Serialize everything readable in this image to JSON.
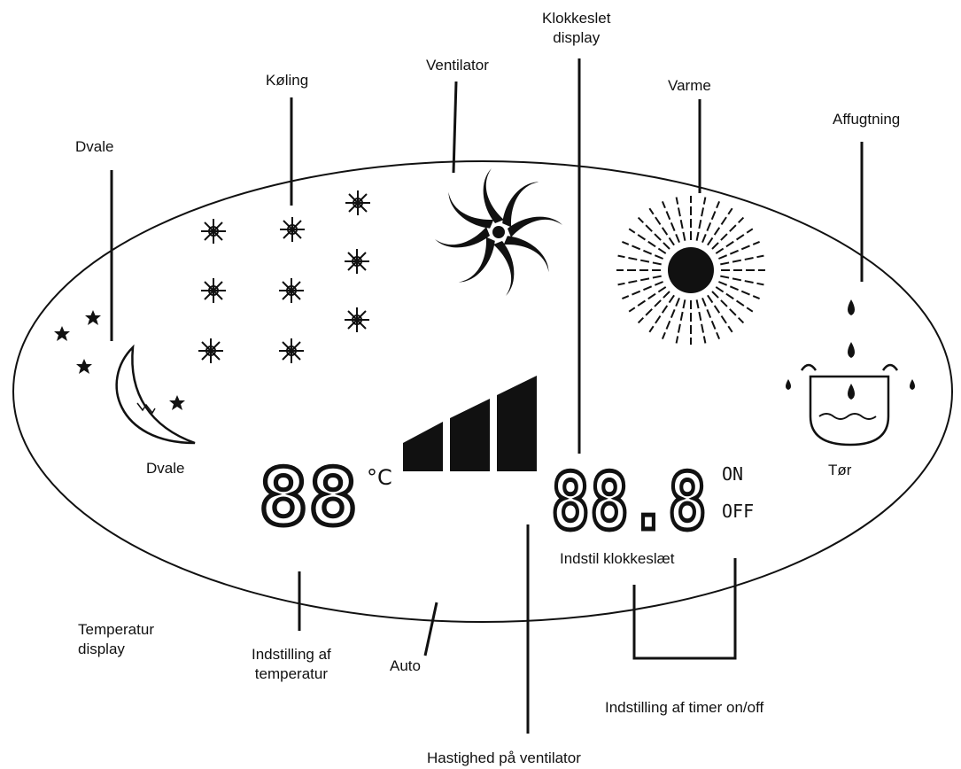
{
  "labels": {
    "dvale_top": "Dvale",
    "koling": "Køling",
    "ventilator": "Ventilator",
    "klokkeslet_line1": "Klokkeslet",
    "klokkeslet_line2": "display",
    "varme": "Varme",
    "affugtning": "Affugtning",
    "dvale_moon": "Dvale",
    "tor": "Tør",
    "temperatur_display_line1": "Temperatur",
    "temperatur_display_line2": "display",
    "indstilling_temp_line1": "Indstilling af",
    "indstilling_temp_line2": "temperatur",
    "auto": "Auto",
    "indstil_klokkeslaet": "Indstil klokkeslæt",
    "timer_onoff": "Indstilling af timer on/off",
    "hastighed": "Hastighed på ventilator"
  },
  "display": {
    "temperature": "88",
    "unit": "°C",
    "clock": "88.8",
    "on": "ON",
    "off": "OFF"
  },
  "fan_speed_levels": 3,
  "colors": {
    "ink": "#111111",
    "background": "#ffffff"
  }
}
